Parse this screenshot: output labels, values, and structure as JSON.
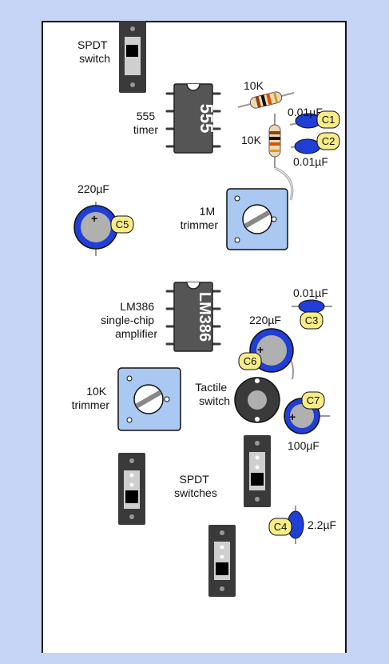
{
  "labels": {
    "spdt_switch": [
      "SPDT",
      "switch"
    ],
    "timer_555": [
      "555",
      "timer"
    ],
    "timer_chip_text": "555",
    "r1_value": "10K",
    "r2_value": "10K",
    "c1_value": "0.01µF",
    "c2_value": "0.01µF",
    "c5_value": "220µF",
    "trimmer_1m": [
      "1M",
      "trimmer"
    ],
    "lm386": [
      "LM386",
      "single-chip",
      "amplifier"
    ],
    "lm386_chip_text": "LM386",
    "c3_value": "0.01µF",
    "c6_value": "220µF",
    "trimmer_10k": [
      "10K",
      "trimmer"
    ],
    "tactile": [
      "Tactile",
      "switch"
    ],
    "c7_value": "100µF",
    "spdt_switches": [
      "SPDT",
      "switches"
    ],
    "c4_value": "2.2µF",
    "plus": "+"
  },
  "tags": [
    "C1",
    "C2",
    "C5",
    "C3",
    "C6",
    "C7",
    "C4"
  ],
  "colors": {
    "background": "#c6d5f5",
    "board": "#ffffff",
    "chip": "#555555",
    "switch_body": "#3a3a3a",
    "capacitor_blue": "#1f3fd6",
    "electrolytic_gray": "#b0b0b0",
    "trimmer_blue": "#a9c8f2",
    "tag_yellow": "#f8ec88"
  }
}
